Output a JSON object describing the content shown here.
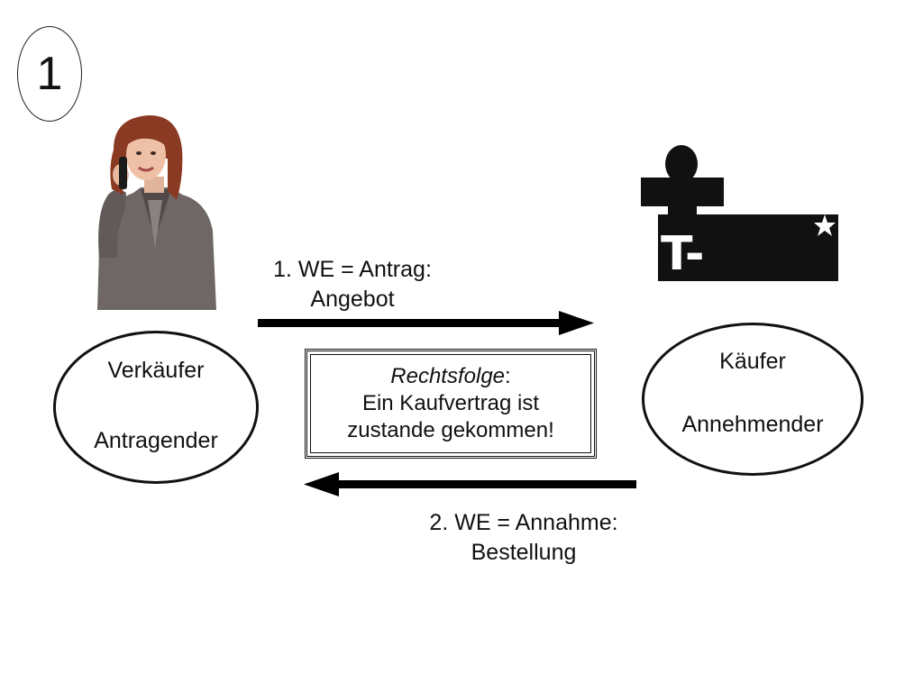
{
  "slide_number": "1",
  "seller": {
    "name": "Verkäufer",
    "role": "Antragender"
  },
  "buyer": {
    "name": "Käufer",
    "role": "Annehmender"
  },
  "message1": {
    "line1": "1. WE = Antrag:",
    "line2": "Angebot"
  },
  "message2": {
    "line1": "2. WE = Annahme:",
    "line2": "Bestellung"
  },
  "result": {
    "heading": "Rechtsfolge",
    "heading_suffix": ":",
    "line1": "Ein Kaufvertrag ist",
    "line2": "zustande gekommen!"
  },
  "logo_text": "T-STAR"
}
